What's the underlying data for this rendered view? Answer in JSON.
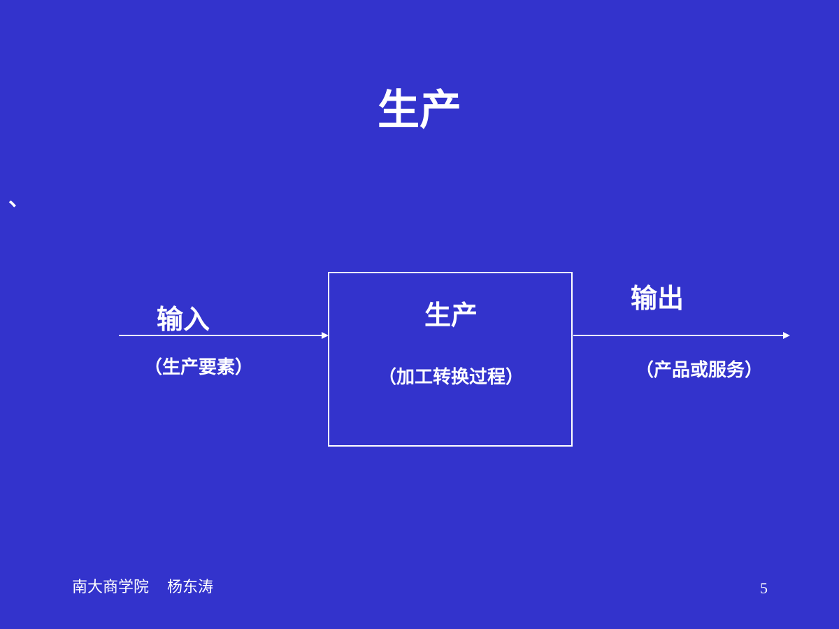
{
  "slide": {
    "title": "生产",
    "tick_mark": "、",
    "footer": {
      "institution": "南大商学院",
      "author": "杨东涛",
      "page_number": "5"
    }
  },
  "diagram": {
    "input": {
      "label": "输入",
      "sublabel": "（生产要素）"
    },
    "process": {
      "label": "生产",
      "sublabel": "（加工转换过程）"
    },
    "output": {
      "label": "输出",
      "sublabel": "（产品或服务）"
    },
    "colors": {
      "background": "#3333CC",
      "foreground": "#FFFFFF"
    }
  }
}
